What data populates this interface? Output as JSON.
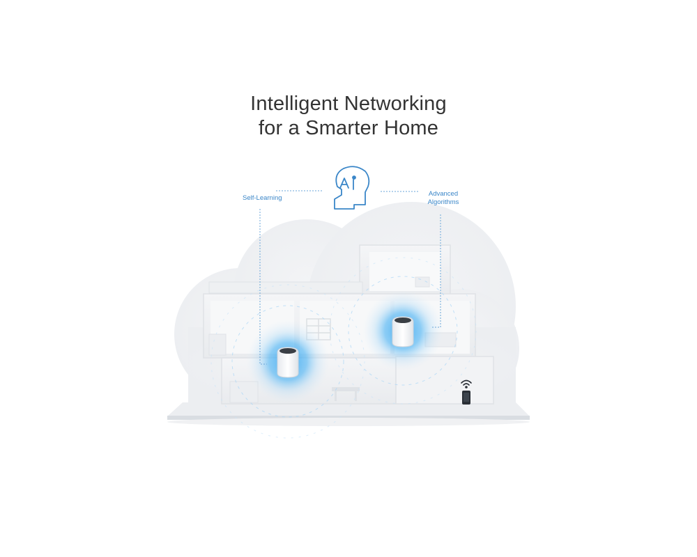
{
  "heading": {
    "line1": "Intelligent Networking",
    "line2": "for a Smarter Home"
  },
  "labels": {
    "self_learning": "Self-Learning",
    "advanced_line1": "Advanced",
    "advanced_line2": "Algorithms"
  },
  "icons": {
    "ai": "ai-head-icon",
    "router": "mesh-router-icon",
    "phone": "smartphone-icon",
    "wifi": "wifi-icon"
  },
  "colors": {
    "accent_blue": "#2f9ee8",
    "label_blue": "#3a86c8",
    "heading": "#333333",
    "house": "#eef0f2"
  }
}
